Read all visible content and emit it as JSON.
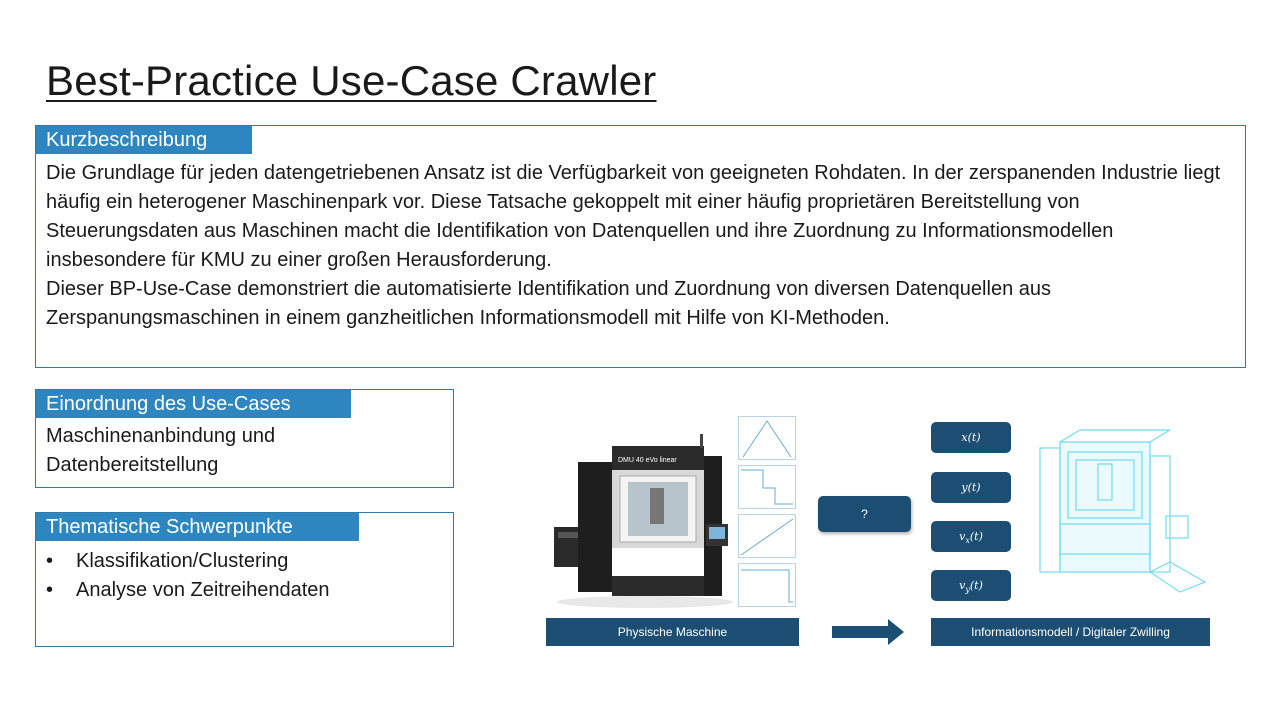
{
  "title": "Best-Practice Use-Case Crawler",
  "kurzbeschreibung": {
    "header": "Kurzbeschreibung",
    "paragraph1": "Die Grundlage für jeden datengetriebenen Ansatz ist die Verfügbarkeit von geeigneten Rohdaten. In der zerspanenden Industrie liegt häufig ein heterogener Maschinenpark vor. Diese Tatsache gekoppelt mit einer häufig proprietären Bereitstellung von Steuerungsdaten aus Maschinen macht die Identifikation von Datenquellen und ihre Zuordnung zu Informationsmodellen insbesondere für KMU zu einer großen Herausforderung.",
    "paragraph2": "Dieser BP-Use-Case demonstriert die automatisierte Identifikation und Zuordnung von diversen Datenquellen aus Zerspanungsmaschinen in einem ganzheitlichen Informationsmodell mit Hilfe von KI-Methoden."
  },
  "einordnung": {
    "header": "Einordnung des Use-Cases",
    "line1": "Maschinenanbindung und",
    "line2": "Datenbereitstellung"
  },
  "schwerpunkte": {
    "header": "Thematische Schwerpunkte",
    "items": [
      "Klassifikation/Clustering",
      "Analyse von Zeitreihendaten"
    ]
  },
  "diagram": {
    "question": "?",
    "variables": [
      {
        "base": "x",
        "sub": "",
        "arg": "(t)"
      },
      {
        "base": "y",
        "sub": "",
        "arg": "(t)"
      },
      {
        "base": "v",
        "sub": "x",
        "arg": "(t)"
      },
      {
        "base": "v",
        "sub": "y",
        "arg": "(t)"
      }
    ],
    "machine_label_text": "DMU 40 eVo linear",
    "label_left": "Physische Maschine",
    "label_right": "Informationsmodell  / Digitaler Zwilling"
  },
  "colors": {
    "accent": "#2e86c1",
    "border": "#2f7ba8",
    "dark_blue": "#1b4e72",
    "twin_cyan": "#5ad4ee"
  }
}
